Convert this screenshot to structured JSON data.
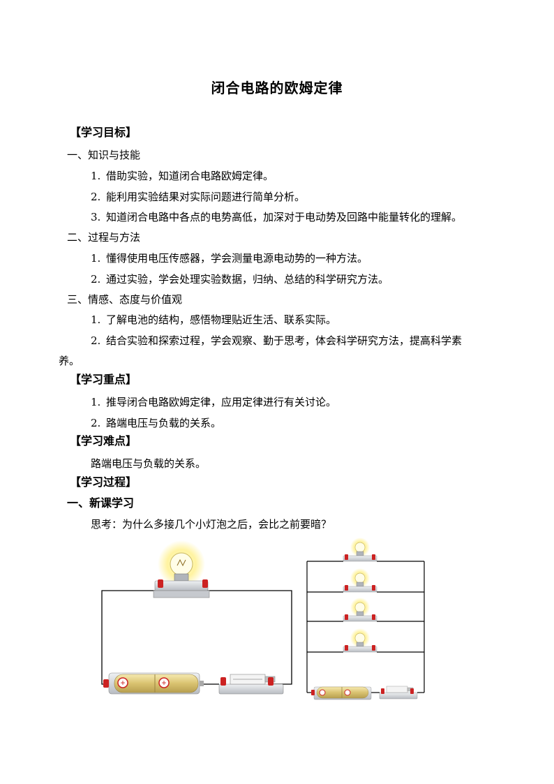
{
  "title": "闭合电路的欧姆定律",
  "sections": {
    "objectives": {
      "heading": "【学习目标】",
      "sub1": {
        "label": "一、知识与技能",
        "items": [
          {
            "num": "1.",
            "text": "借助实验，知道闭合电路欧姆定律。"
          },
          {
            "num": "2.",
            "text": "能利用实验结果对实际问题进行简单分析。"
          },
          {
            "num": "3.",
            "text": "知道闭合电路中各点的电势高低，加深对于电动势及回路中能量转化的理解。"
          }
        ]
      },
      "sub2": {
        "label": "二、过程与方法",
        "items": [
          {
            "num": "1.",
            "text": "懂得使用电压传感器，学会测量电源电动势的一种方法。"
          },
          {
            "num": "2.",
            "text": "通过实验，学会处理实验数据，归纳、总结的科学研究方法。"
          }
        ]
      },
      "sub3": {
        "label": "三、情感、态度与价值观",
        "items": [
          {
            "num": "1.",
            "text": "了解电池的结构，感悟物理贴近生活、联系实际。"
          },
          {
            "num": "2.",
            "text": "结合实验和探索过程，学会观察、勤于思考，体会科学研究方法，提高科学素",
            "cont": "养。"
          }
        ]
      }
    },
    "key_points": {
      "heading": "【学习重点】",
      "items": [
        {
          "num": "1.",
          "text": "推导闭合电路欧姆定律，应用定律进行有关讨论。"
        },
        {
          "num": "2.",
          "text": "路端电压与负载的关系。"
        }
      ]
    },
    "difficulties": {
      "heading": "【学习难点】",
      "text": "路端电压与负载的关系。"
    },
    "process": {
      "heading": "【学习过程】",
      "sub1": "一、新课学习",
      "question": "思考：为什么多接几个小灯泡之后，会比之前要暗？"
    }
  },
  "figures": {
    "left": {
      "components": [
        "light-bulb",
        "battery-pack",
        "switch"
      ],
      "bulb_count": 1
    },
    "right": {
      "components": [
        "light-bulb",
        "battery-pack",
        "switch"
      ],
      "bulb_count": 4
    }
  },
  "colors": {
    "battery": "#e6d38a",
    "glow": "#fff3a0",
    "terminal": "#cc2222",
    "base": "#d4d6da"
  }
}
